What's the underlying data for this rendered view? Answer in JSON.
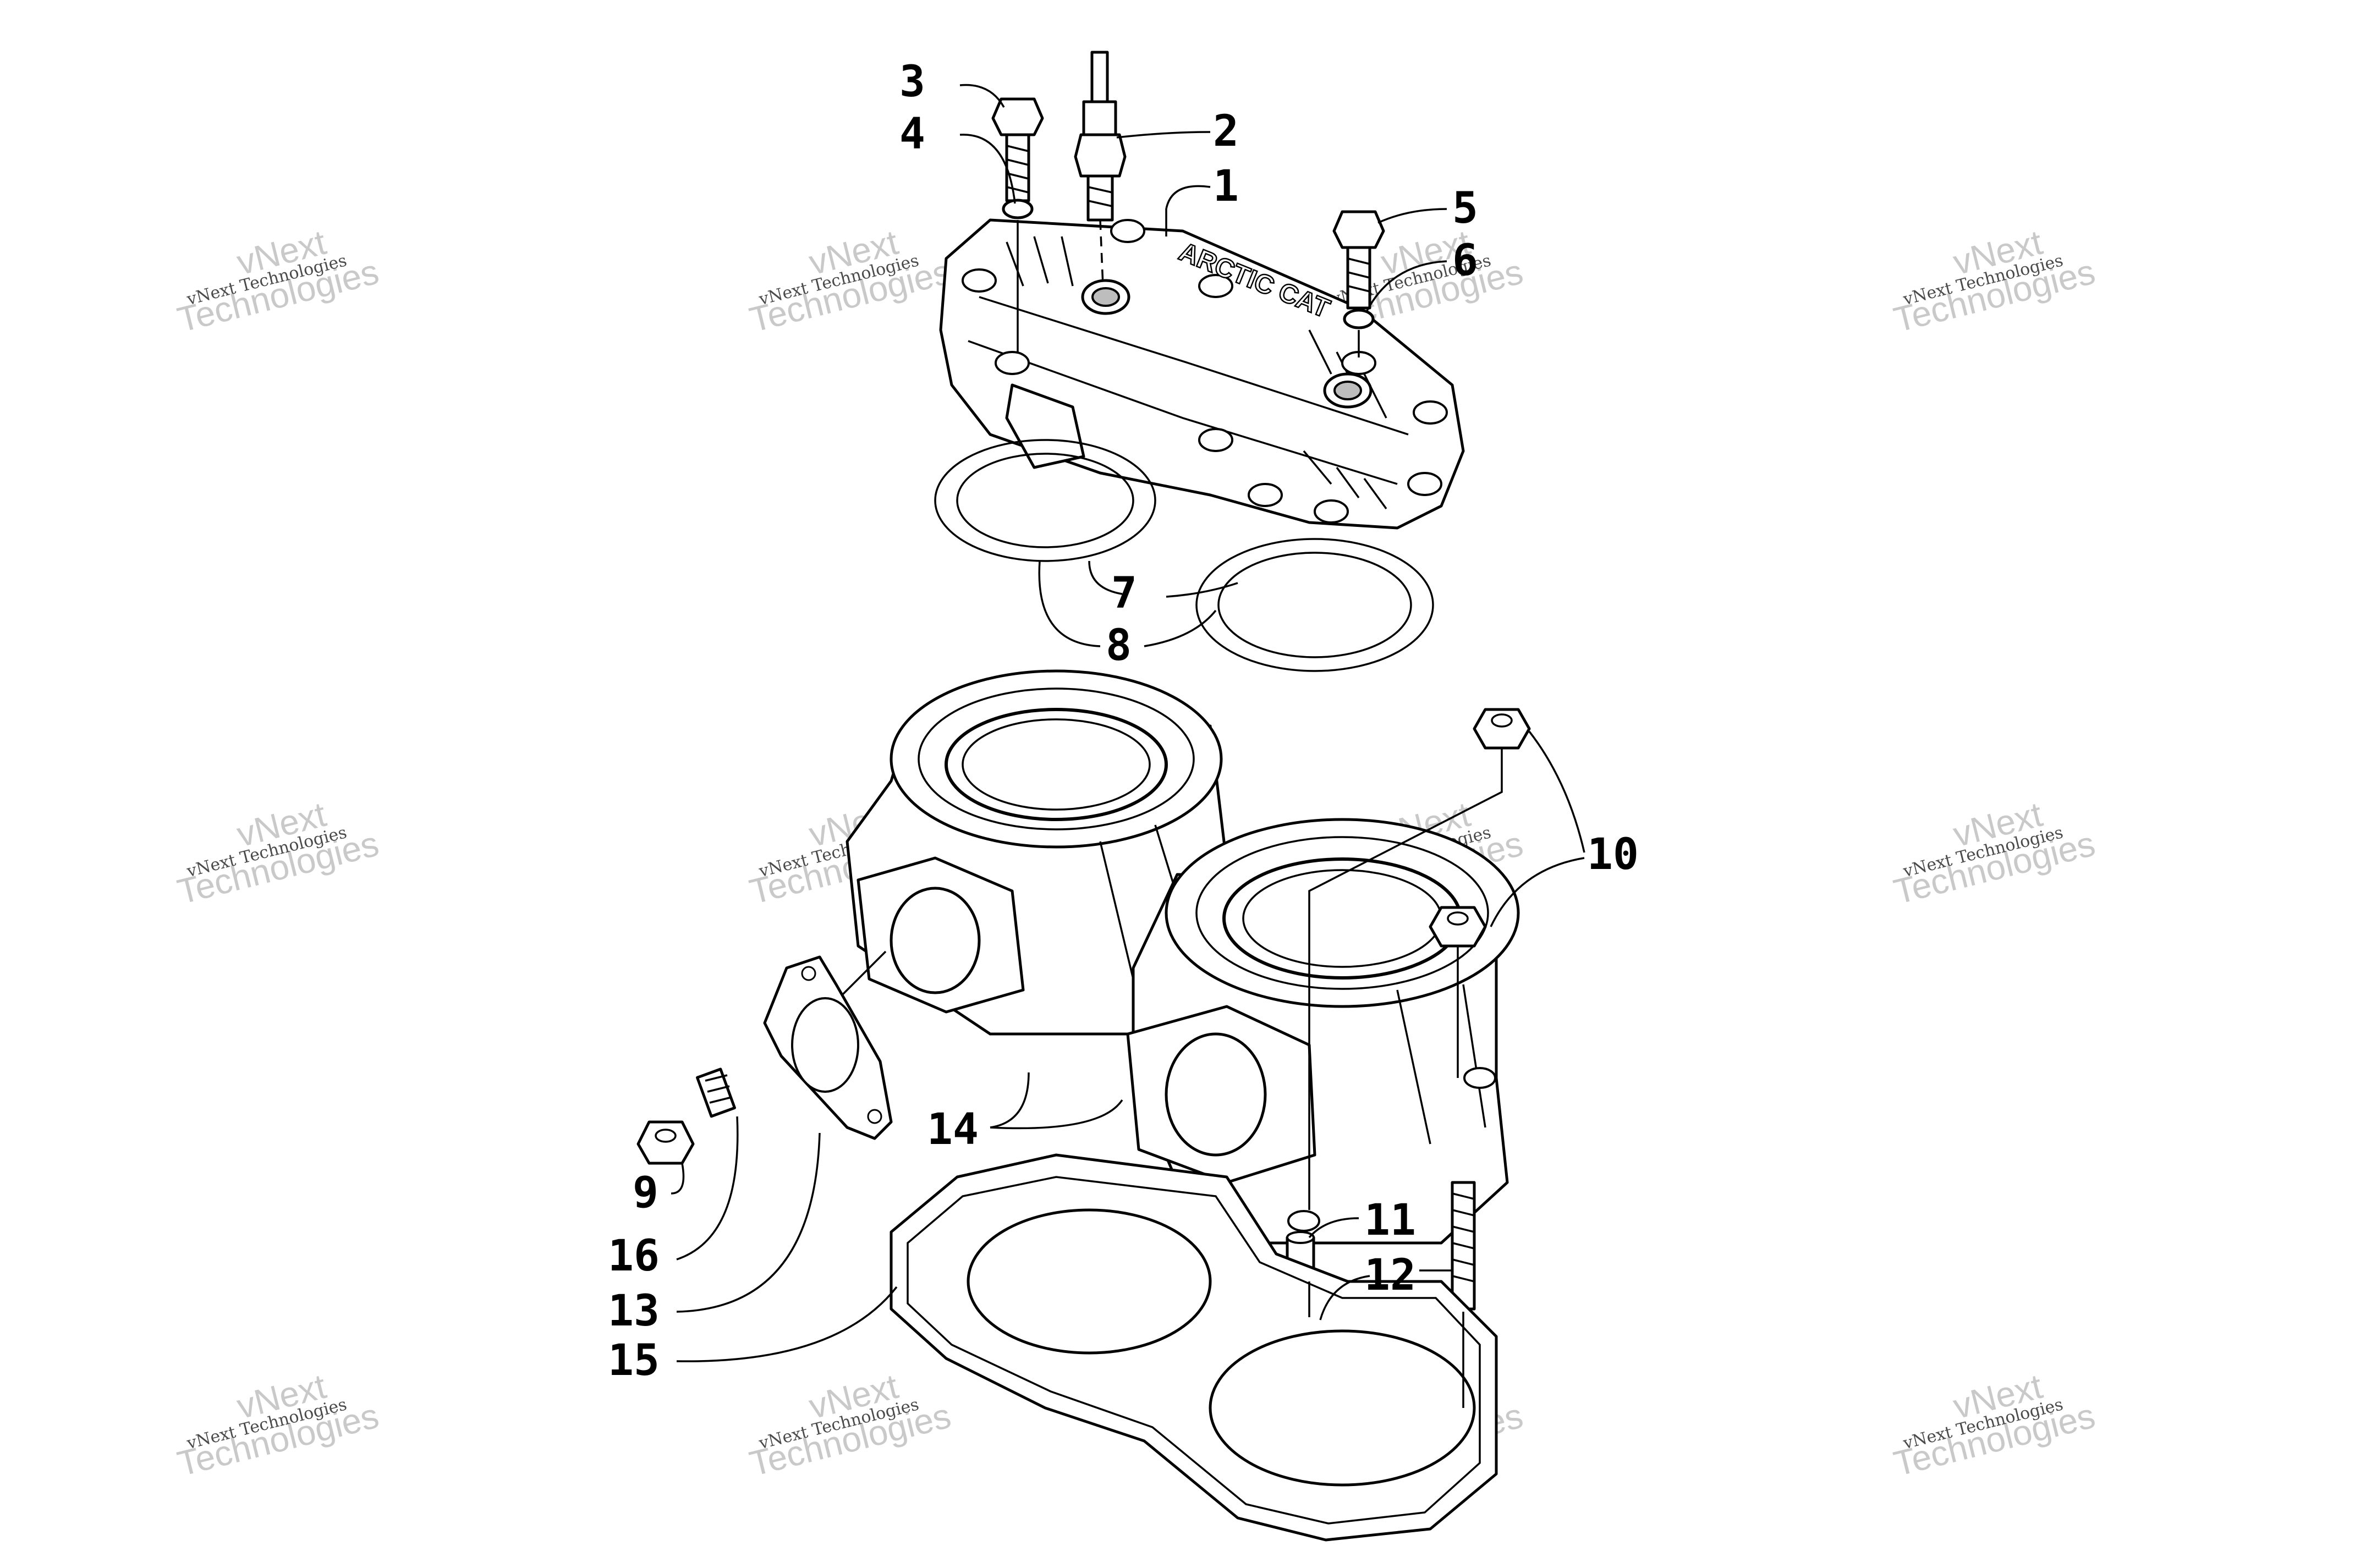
{
  "diagram": {
    "callouts": [
      "1",
      "2",
      "3",
      "4",
      "5",
      "6",
      "7",
      "8",
      "9",
      "10",
      "11",
      "12",
      "13",
      "14",
      "15",
      "16"
    ],
    "cylinder_head_logo": "ARCTIC CAT"
  },
  "watermark": {
    "line_small": "vNext Technologies",
    "line_big_1": "vNext",
    "line_big_2": "Technologies"
  }
}
